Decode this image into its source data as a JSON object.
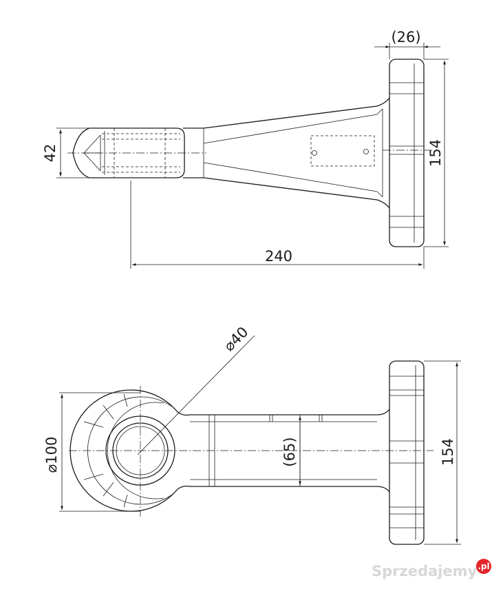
{
  "dimensions": {
    "top_view": {
      "flange_thickness": "(26)",
      "flange_height": "154",
      "total_length": "240",
      "tip_height": "42"
    },
    "bottom_view": {
      "bore_diameter": "⌀40",
      "eye_diameter": "⌀100",
      "arm_width": "(65)",
      "flange_height": "154"
    }
  },
  "watermark": {
    "text": "Sprzedajemy",
    "badge": ".pl"
  },
  "colors": {
    "line": "#1a1a1a",
    "watermark": "#d7d7d7",
    "badge": "#e5252a"
  }
}
